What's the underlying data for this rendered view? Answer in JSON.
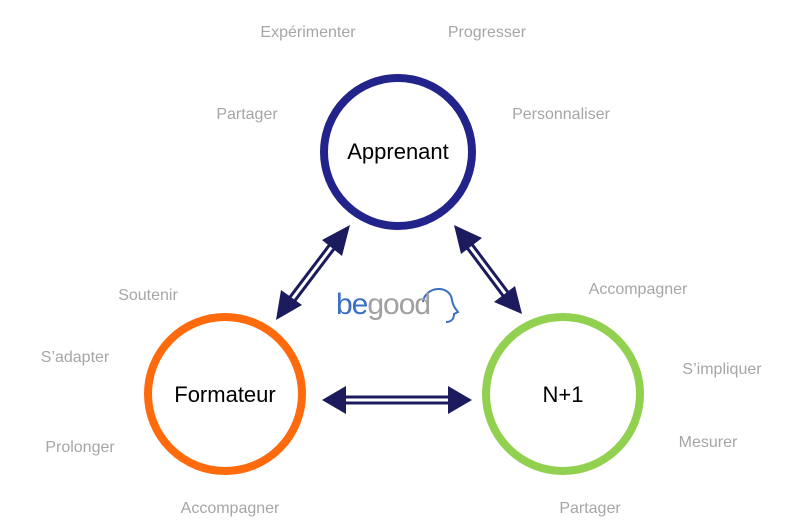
{
  "nodes": {
    "apprenant": {
      "label": "Apprenant",
      "color": "#23238c"
    },
    "formateur": {
      "label": "Formateur",
      "color": "#ff6a0d"
    },
    "n1": {
      "label": "N+1",
      "color": "#92d050"
    }
  },
  "labels": {
    "apprenant": [
      "Expérimenter",
      "Progresser",
      "Partager",
      "Personnaliser"
    ],
    "formateur": [
      "Soutenir",
      "S’adapter",
      "Prolonger",
      "Accompagner"
    ],
    "n1": [
      "Accompagner",
      "S’impliquer",
      "Mesurer",
      "Partager"
    ]
  },
  "logo": {
    "part1": "be",
    "part2": "good",
    "color1": "#3a6fc4",
    "color2": "#a0a0a0"
  },
  "arrow_color": "#1b1b5e"
}
